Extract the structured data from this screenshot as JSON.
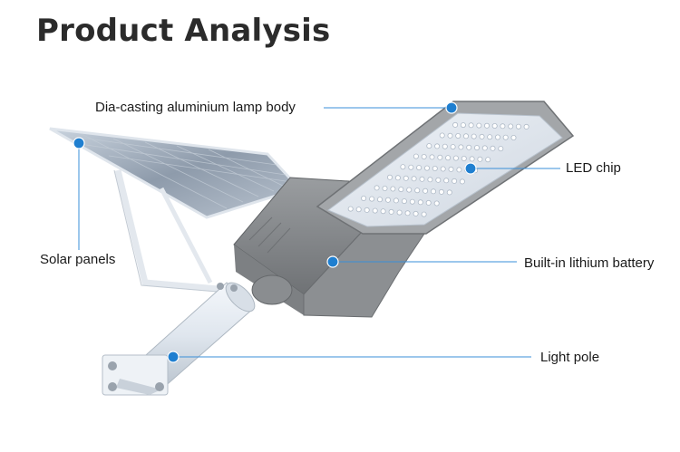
{
  "title": "Product Analysis",
  "labels": {
    "lamp_body": "Dia-casting aluminium lamp body",
    "led_chip": "LED chip",
    "solar_panels": "Solar panels",
    "battery": "Built-in lithium battery",
    "light_pole": "Light pole"
  },
  "colors": {
    "dot": "#1f7fd0",
    "line": "#3a8fd8",
    "lamp_gray": "#8a8d90",
    "panel_blue": "#9aa8b8"
  }
}
